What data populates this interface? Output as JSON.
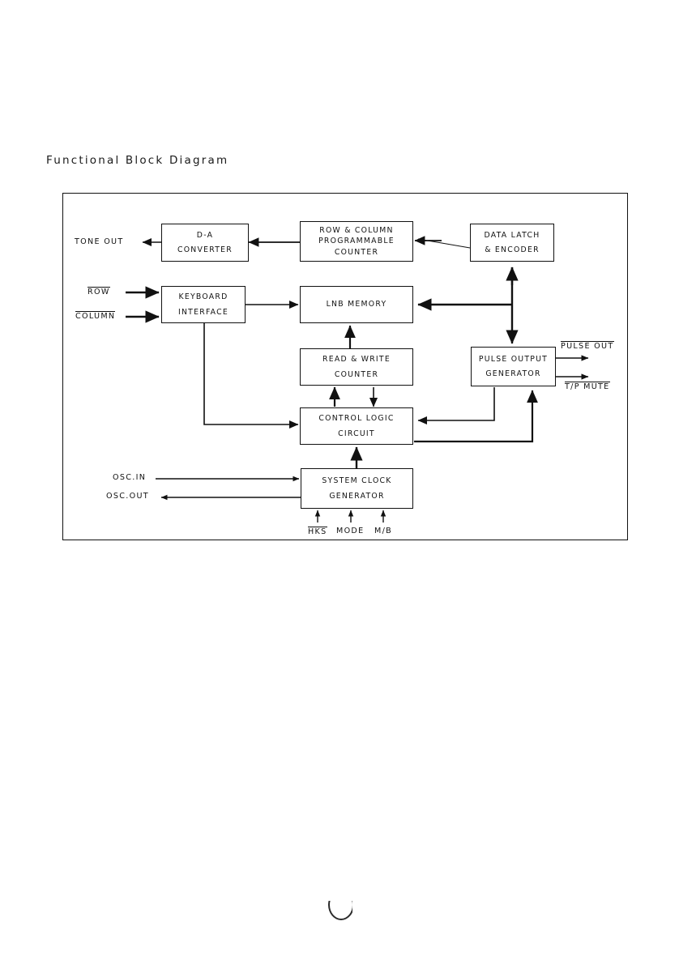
{
  "title": "Functional Block Diagram",
  "blocks": {
    "da_converter": {
      "line1": "D-A",
      "line2": "CONVERTER"
    },
    "prog_counter": {
      "line1": "ROW & COLUMN",
      "line2": "PROGRAMMABLE",
      "line3": "COUNTER"
    },
    "data_latch": {
      "line1": "DATA LATCH",
      "line2": "& ENCODER"
    },
    "keyboard": {
      "line1": "KEYBOARD",
      "line2": "INTERFACE"
    },
    "lnb_memory": {
      "line1": "LNB MEMORY"
    },
    "rw_counter": {
      "line1": "READ & WRITE",
      "line2": "COUNTER"
    },
    "pulse_output": {
      "line1": "PULSE OUTPUT",
      "line2": "GENERATOR"
    },
    "control_logic": {
      "line1": "CONTROL LOGIC",
      "line2": "CIRCUIT"
    },
    "system_clock": {
      "line1": "SYSTEM CLOCK",
      "line2": "GENERATOR"
    }
  },
  "signals": {
    "tone_out": {
      "text": "TONE OUT",
      "overline": false
    },
    "row": {
      "text": "ROW",
      "overline": true
    },
    "column": {
      "text": "COLUMN",
      "overline": true
    },
    "pulse_out": {
      "text": "PULSE OUT",
      "overline": true
    },
    "tp_mute": {
      "text": "T/P MUTE",
      "overline": true
    },
    "osc_in": {
      "text": "OSC.IN",
      "overline": false
    },
    "osc_out": {
      "text": "OSC.OUT",
      "overline": false
    },
    "hks": {
      "text": "HKS",
      "overline": true
    },
    "mode": {
      "text": "MODE",
      "overline": false
    },
    "mb": {
      "text": "M/B",
      "overline": false
    }
  },
  "colors": {
    "ink": "#111111",
    "background": "#ffffff"
  }
}
